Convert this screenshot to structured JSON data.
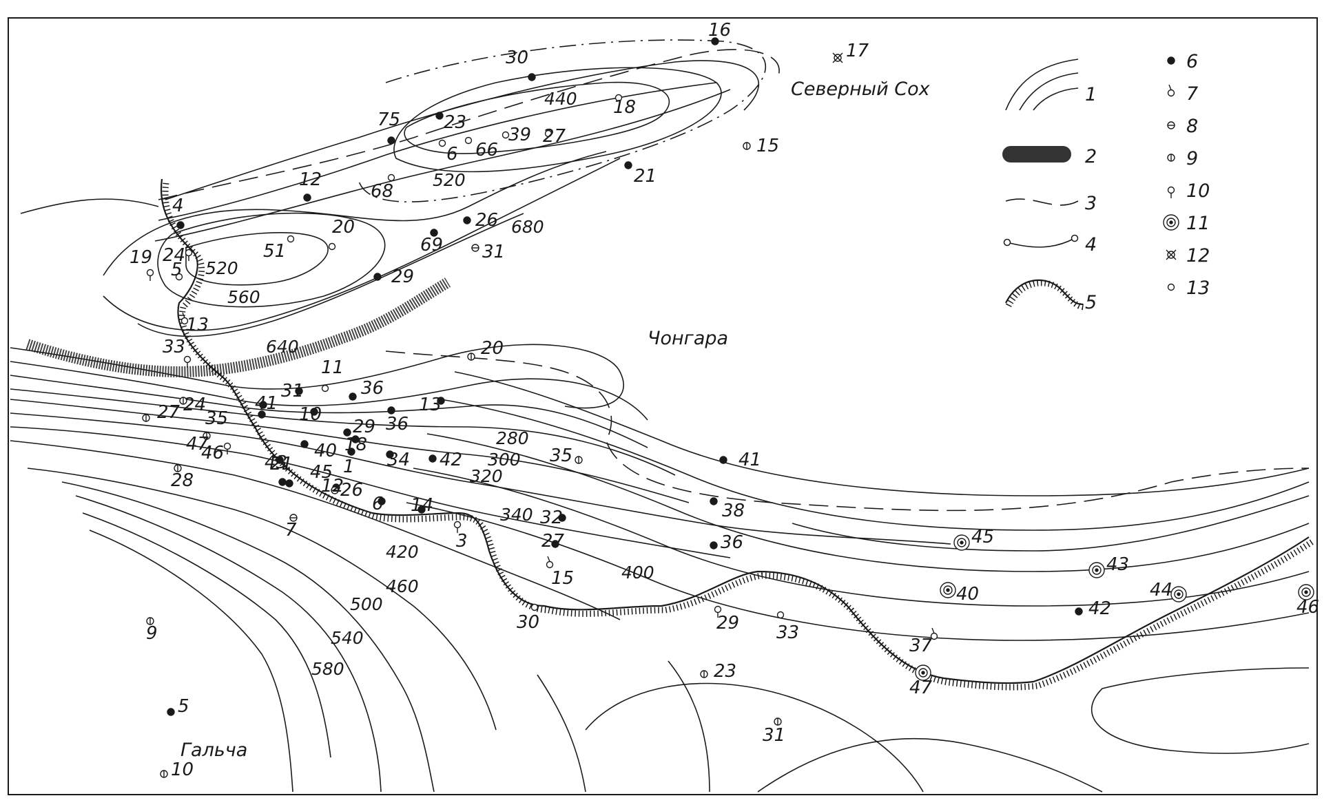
{
  "place_names": {
    "north": "Северный Сох",
    "center": "Чонгара",
    "south": "Гальча"
  },
  "isolines": [
    "440",
    "520",
    "520",
    "560",
    "640",
    "680",
    "280",
    "300",
    "320",
    "340",
    "400",
    "420",
    "460",
    "500",
    "540",
    "580"
  ],
  "wells": [
    {
      "label": "16",
      "type": "producing"
    },
    {
      "label": "17",
      "type": "type12"
    },
    {
      "label": "30",
      "type": "producing"
    },
    {
      "label": "75",
      "type": "producing"
    },
    {
      "label": "23",
      "type": "producing"
    },
    {
      "label": "66",
      "type": "other"
    },
    {
      "label": "39",
      "type": "other"
    },
    {
      "label": "27",
      "type": "other"
    },
    {
      "label": "18",
      "type": "other"
    },
    {
      "label": "6",
      "type": "other"
    },
    {
      "label": "15",
      "type": "type9"
    },
    {
      "label": "12",
      "type": "producing"
    },
    {
      "label": "68",
      "type": "other"
    },
    {
      "label": "21",
      "type": "producing"
    },
    {
      "label": "4",
      "type": "producing"
    },
    {
      "label": "26",
      "type": "producing"
    },
    {
      "label": "69",
      "type": "producing"
    },
    {
      "label": "31",
      "type": "type8"
    },
    {
      "label": "20",
      "type": "other"
    },
    {
      "label": "51",
      "type": "other"
    },
    {
      "label": "24",
      "type": "type10"
    },
    {
      "label": "19",
      "type": "type10"
    },
    {
      "label": "5",
      "type": "other"
    },
    {
      "label": "29",
      "type": "producing"
    },
    {
      "label": "13",
      "type": "type7"
    },
    {
      "label": "33",
      "type": "type10"
    },
    {
      "label": "20",
      "type": "type9"
    },
    {
      "label": "31",
      "type": "producing"
    },
    {
      "label": "11",
      "type": "other"
    },
    {
      "label": "36",
      "type": "producing"
    },
    {
      "label": "13",
      "type": "producing"
    },
    {
      "label": "24",
      "type": "type9"
    },
    {
      "label": "27",
      "type": "type9"
    },
    {
      "label": "35",
      "type": "producing"
    },
    {
      "label": "41",
      "type": "producing"
    },
    {
      "label": "10",
      "type": "producing"
    },
    {
      "label": "29",
      "type": "producing"
    },
    {
      "label": "36",
      "type": "producing"
    },
    {
      "label": "34",
      "type": "producing"
    },
    {
      "label": "47",
      "type": "type9"
    },
    {
      "label": "46",
      "type": "type10"
    },
    {
      "label": "40",
      "type": "producing"
    },
    {
      "label": "43",
      "type": "producing"
    },
    {
      "label": "18",
      "type": "producing"
    },
    {
      "label": "1",
      "type": "producing"
    },
    {
      "label": "42",
      "type": "producing"
    },
    {
      "label": "21",
      "type": "producing"
    },
    {
      "label": "26",
      "type": "producing"
    },
    {
      "label": "35",
      "type": "type9"
    },
    {
      "label": "45",
      "type": "producing"
    },
    {
      "label": "12",
      "type": "type8"
    },
    {
      "label": "6",
      "type": "producing"
    },
    {
      "label": "14",
      "type": "producing"
    },
    {
      "label": "28",
      "type": "type9"
    },
    {
      "label": "41",
      "type": "producing"
    },
    {
      "label": "38",
      "type": "producing"
    },
    {
      "label": "32",
      "type": "producing"
    },
    {
      "label": "7",
      "type": "type8"
    },
    {
      "label": "3",
      "type": "type10"
    },
    {
      "label": "27",
      "type": "producing"
    },
    {
      "label": "36",
      "type": "producing"
    },
    {
      "label": "15",
      "type": "type7"
    },
    {
      "label": "45",
      "type": "type11"
    },
    {
      "label": "43",
      "type": "type11"
    },
    {
      "label": "40",
      "type": "type11"
    },
    {
      "label": "44",
      "type": "type11"
    },
    {
      "label": "46",
      "type": "type11"
    },
    {
      "label": "42",
      "type": "producing"
    },
    {
      "label": "30",
      "type": "other"
    },
    {
      "label": "29",
      "type": "type10"
    },
    {
      "label": "33",
      "type": "other"
    },
    {
      "label": "37",
      "type": "type7"
    },
    {
      "label": "47",
      "type": "type11"
    },
    {
      "label": "9",
      "type": "type9"
    },
    {
      "label": "23",
      "type": "type9"
    },
    {
      "label": "5",
      "type": "producing"
    },
    {
      "label": "31",
      "type": "type9"
    },
    {
      "label": "10",
      "type": "type9"
    }
  ],
  "legend": {
    "lines": [
      "1",
      "2",
      "3",
      "4",
      "5"
    ],
    "symbols": [
      "6",
      "7",
      "8",
      "9",
      "10",
      "11",
      "12",
      "13"
    ]
  }
}
